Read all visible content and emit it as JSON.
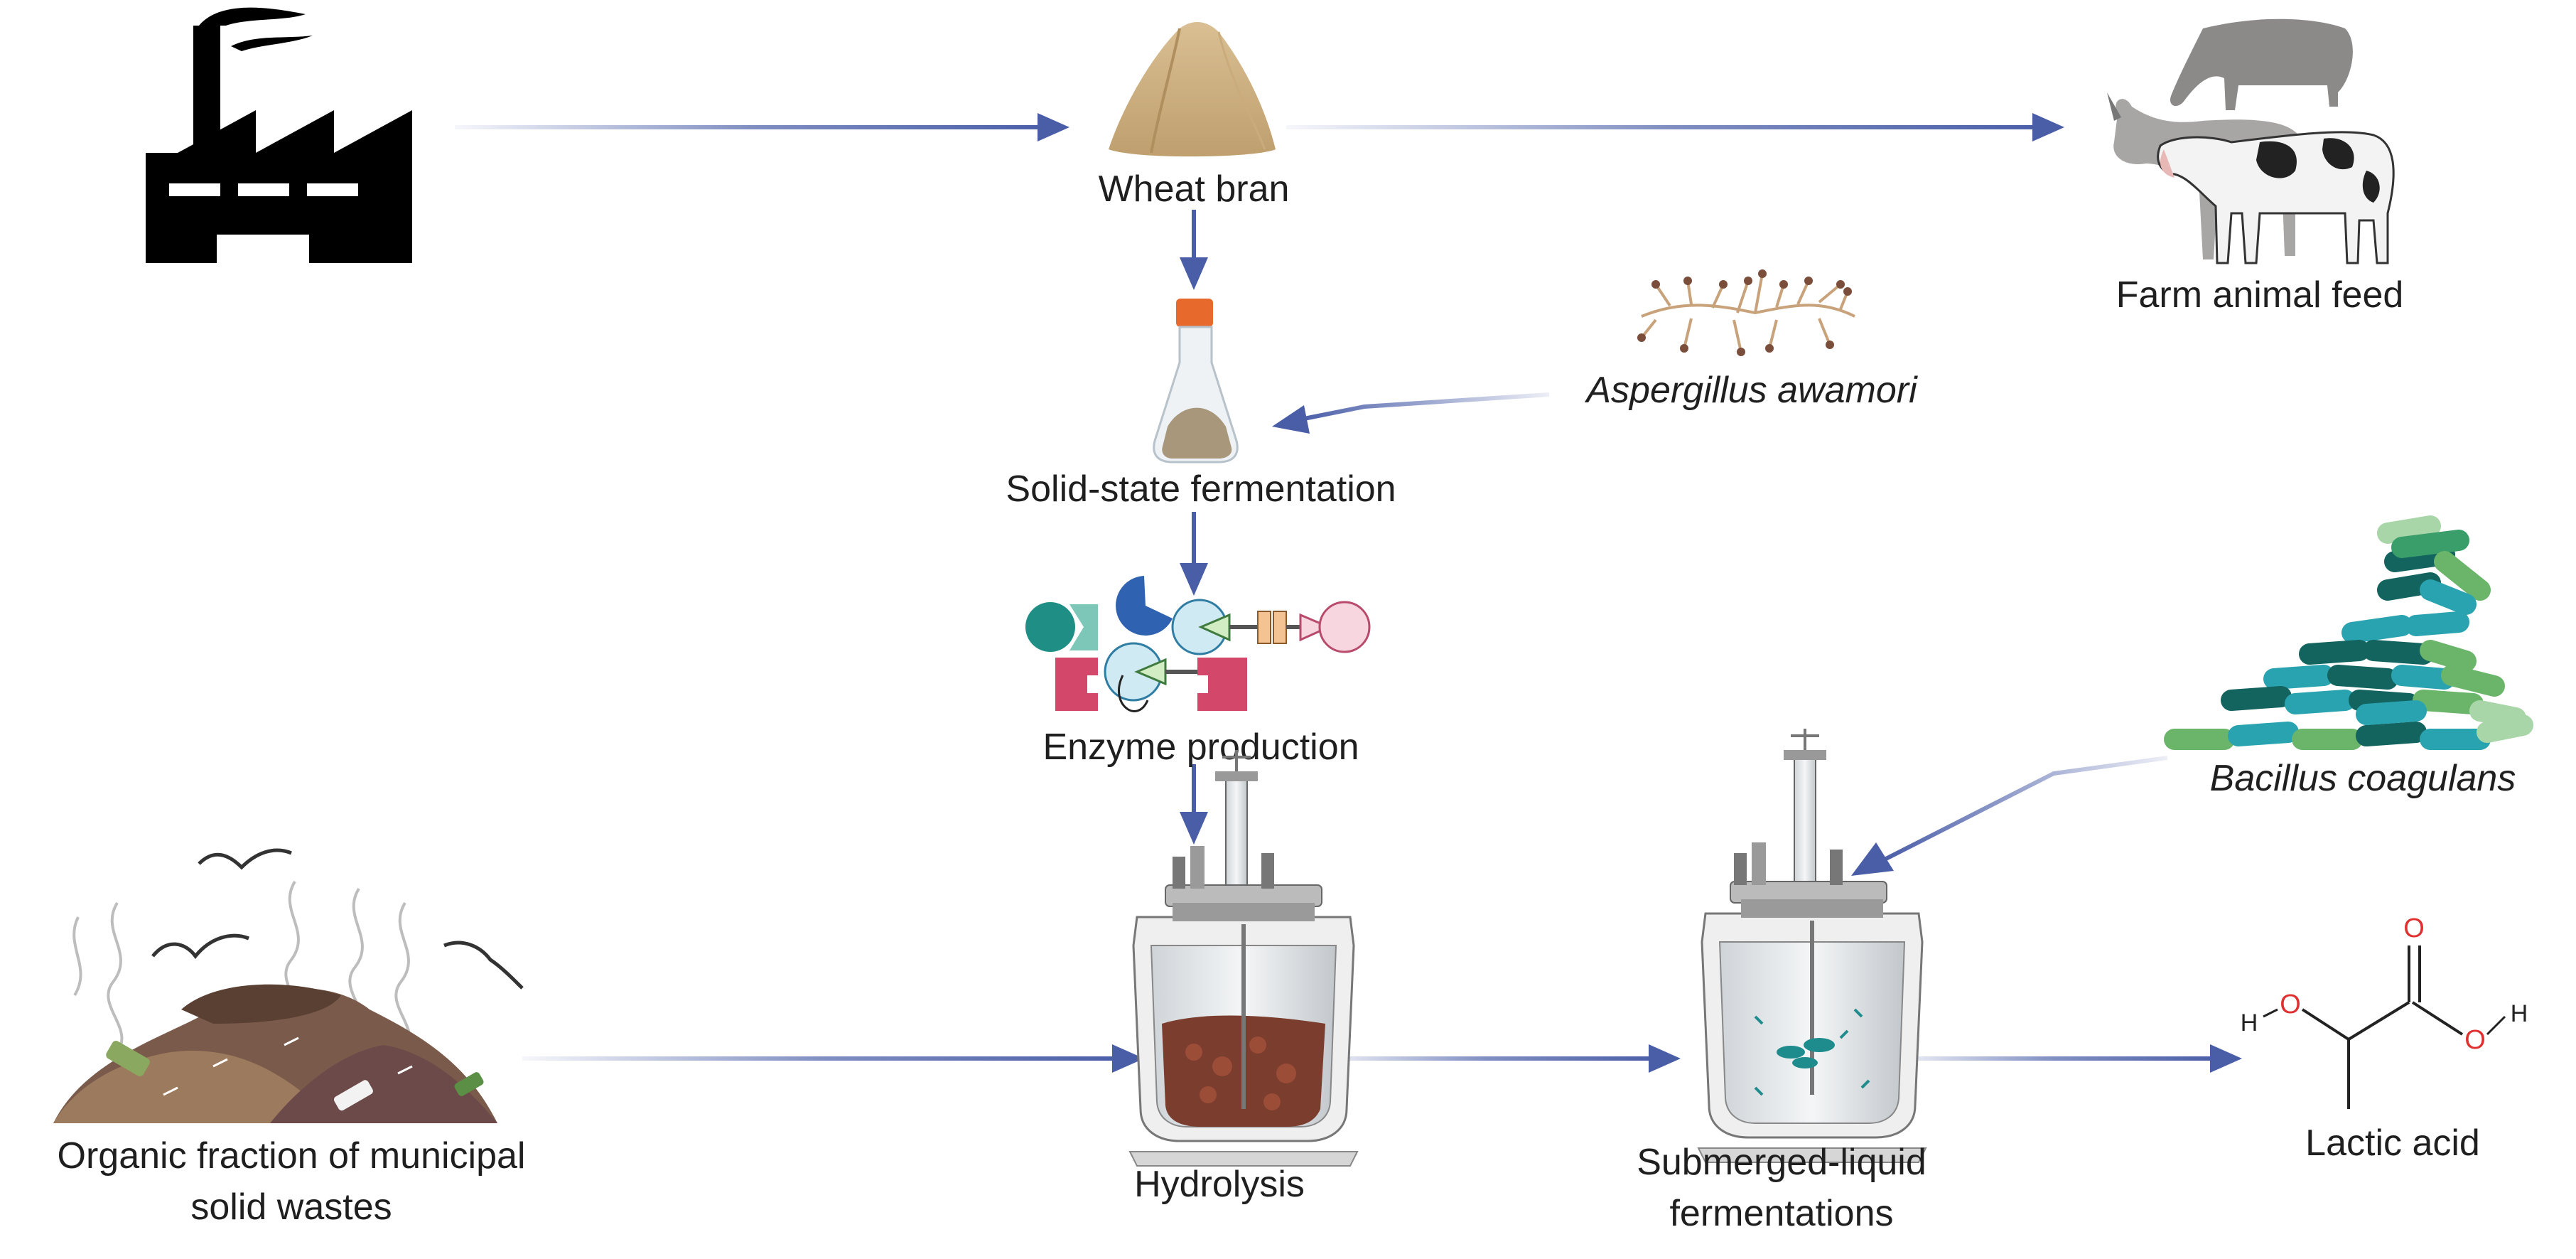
{
  "labels": {
    "wheat_bran": "Wheat bran",
    "farm_animal_feed": "Farm animal feed",
    "aspergillus": "Aspergillus awamori",
    "solid_state": "Solid-state fermentation",
    "enzyme_production": "Enzyme production",
    "bacillus": "Bacillus coagulans",
    "ofmsw_line1": "Organic fraction of municipal",
    "ofmsw_line2": "solid wastes",
    "hydrolysis": "Hydrolysis",
    "submerged_line1": "Submerged-liquid",
    "submerged_line2": "fermentations",
    "lactic_acid": "Lactic acid"
  },
  "molecule_atoms": {
    "o_top": "O",
    "o_left": "O",
    "h_left": "H",
    "o_right": "O",
    "h_right": "H"
  },
  "colors": {
    "arrow": "#4a5ea8",
    "text": "#1f1f1f",
    "oxygen": "#e03030"
  },
  "icons": [
    "factory-icon",
    "wheat-bran-pile-icon",
    "farm-animals-icon",
    "flask-icon",
    "fungus-icon",
    "enzyme-complex-icon",
    "bacteria-pile-icon",
    "waste-pile-icon",
    "bioreactor-icon",
    "lactic-acid-structure-icon"
  ]
}
